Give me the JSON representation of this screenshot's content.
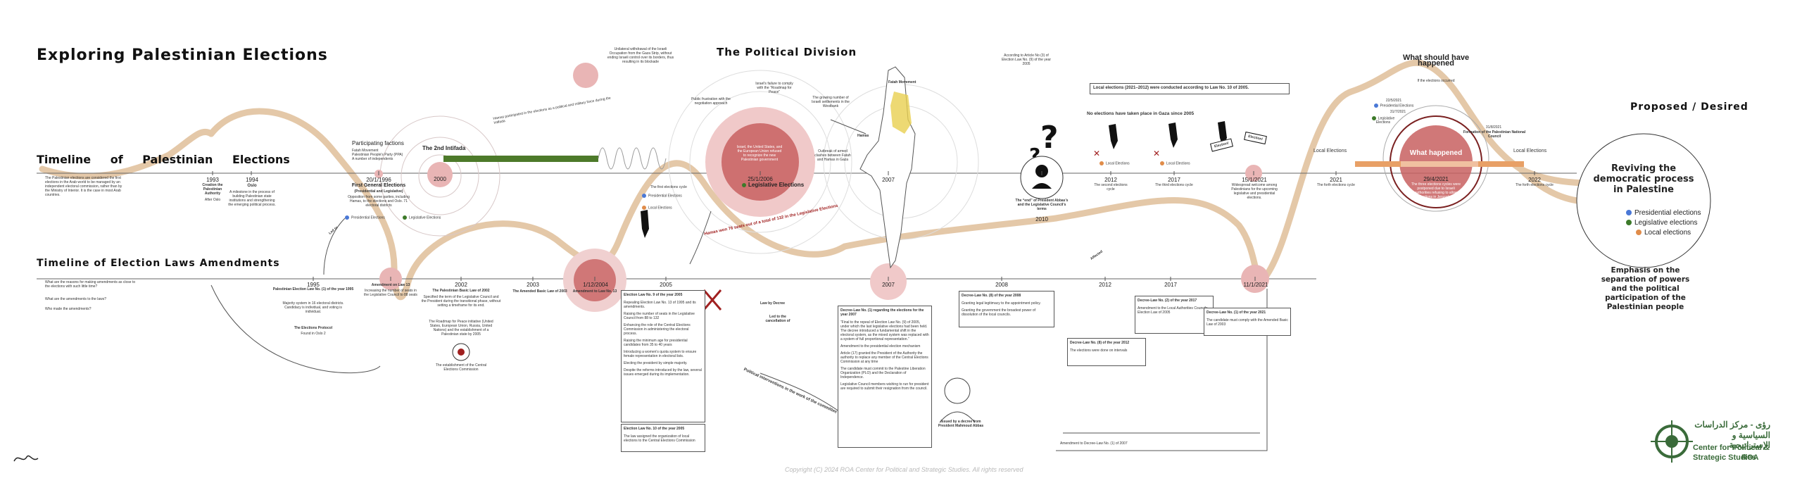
{
  "header": {
    "title": "Exploring Palestinian Elections",
    "political_division": "The Political Division",
    "proposed": "Proposed / Desired"
  },
  "timelines": {
    "elections_words": [
      "Timeline",
      "of",
      "Palestinian",
      "Elections"
    ],
    "laws": "Timeline of Election Laws Amendments",
    "elections_intro": "The Palestinian elections are considered the first elections in the Arab world to be managed by an independent electoral commission, rather than by the Ministry of Interior. It is the case in most Arab countries.",
    "laws_questions": [
      "What are the reasons for making amendments as close to the elections with such little time?",
      "What are the amendments to the laws?",
      "Who made the amendments?"
    ]
  },
  "election_events": [
    {
      "year": "1993",
      "title": "Creation the Palestinian Authority",
      "sub": "After Oslo"
    },
    {
      "year": "1994",
      "title": "Oslo",
      "sub": "A milestone in the process of building Palestinian state institutions and strengthening the emerging political process."
    },
    {
      "year": "20/1/1996",
      "title": "First General Elections",
      "sub": "(Presidential and Legislative)",
      "desc": "Opposition from some parties, including Hamas, to the elections and Oslo. 71 electoral districts"
    },
    {
      "year": "2000",
      "title": "The 2nd Intifada"
    },
    {
      "year": "25/1/2006",
      "title": "Legislative Elections"
    },
    {
      "year": "2007"
    },
    {
      "year": "2010",
      "title": "The “end” of President Abbas’s and the Legislative Council’s terms"
    },
    {
      "year": "2012",
      "title": "The second elections cycle"
    },
    {
      "year": "2017",
      "title": "The third elections cycle"
    },
    {
      "year": "15/1/2021",
      "title": "Widespread welcome among Palestinians for the upcoming legislative and presidential elections."
    },
    {
      "year": "2021",
      "title": "The forth elections cycle"
    },
    {
      "year": "29/4/2021",
      "title": "What happened",
      "desc": "The three elections cycles were postponed due to Israeli authorities refusing to allow elections in Jerusalem"
    },
    {
      "year": "2022",
      "title": "The forth elections cycle"
    }
  ],
  "annotations": {
    "participating_title": "Participating factions",
    "participating_list": [
      "Fatah Movement",
      "Palestinian People's Party (PPA)",
      "A number of independents"
    ],
    "presidential": "Presidential Elections",
    "legislative": "Legislative Elections",
    "local": "Local Elections",
    "hamas_intifada": "Hamas participated in the elections as a political and military force during the Intifada",
    "political_frustration": "Public frustration with the negotiation approach",
    "israel_failure": "Israel's failure to comply with the “Roadmap for Peace”",
    "unilateral": "Unilateral withdrawal of the Israeli Occupation from the Gaza Strip, without ending Israeli control over its borders, thus resulting in its blockade",
    "us_eu": "Israel, the United States, and the European Union refused to recognize the new Palestinian government",
    "settlements": "The growing number of Israeli settlements in the Westbank",
    "outbreak": "Outbreak of armed clashes between Fatah and Hamas in Gaza",
    "fatah_movement": "Fatah Movement",
    "hamas": "Hamas",
    "first_cycle": "The first elections cycle",
    "local_2021_law": "Local elections (2021–2012) were conducted according to Law No. 10 of 2005.",
    "no_gaza": "No elections have taken place in Gaza since 2005",
    "article": "According to Article No (3) of Election Law No. (9) of the year 2005",
    "what_should": "What should have happened",
    "if_elections": "If the elections occurred",
    "formation": "Formation of the Palestinian National Council",
    "d1": "22/5/2021",
    "d2": "31/7/2021",
    "d3": "31/8/2021",
    "local_elections_left": "Local Elections",
    "local_elections_right": "Local Elections",
    "election_badge1": "Election!",
    "election_badge2": "Election!",
    "hamas_won": "Hamas won 76 seats out of a total of 132 in the Legislative Elections",
    "led_to": "Led to the cancellation of",
    "law_by_decree": "Law by Decree",
    "political_interventions": "Political interventions in the work of the committee",
    "affected": "Affected",
    "led_to_short": "Led to",
    "issued_by": "Issued by a decree from President Mahmoud Abbas"
  },
  "law_events": [
    {
      "year": "1995",
      "title": "Palestinian Election Law No. (1) of the year 1995",
      "desc": "Majority system in 16 electoral districts. Candidacy is individual, and voting is individual.",
      "extra": "The Elections Protocol",
      "extra_sub": "Found in Oslo 2"
    },
    {
      "year": "",
      "title": "Amendment on Law 13",
      "desc": "Increasing the number of seats in the Legislative Council to 88 seats"
    },
    {
      "year": "2002",
      "title": "The Palestinian Basic Law of 2002",
      "desc": "Specified the term of the Legislative Council and the President during the transitional phase, without setting a timeframe for its end.",
      "extra": "The Roadmap for Peace initiative (United States, European Union, Russia, United Nations) and the establishment of a Palestinian state by 2005",
      "extra2": "The establishment of the Central Elections Commission"
    },
    {
      "year": "2003",
      "title": "The Amended Basic Law of 2003"
    },
    {
      "year": "1/12/2004",
      "title": "Amendment to Law No. 13"
    },
    {
      "year": "2005"
    },
    {
      "year": "2007"
    },
    {
      "year": "2008"
    },
    {
      "year": "2012"
    },
    {
      "year": "2017"
    },
    {
      "year": "11/1/2021"
    }
  ],
  "law_boxes": {
    "law9_title": "Election Law No. 9 of the year 2005",
    "law9_items": [
      "Repealing Election Law No. 13 of 1995 and its amendments.",
      "Raising the number of seats in the Legislative Council from 88 to 132",
      "Enhancing the role of the Central Elections Commission in administering the electoral process.",
      "Raising the minimum age for presidential candidates from 35 to 40 years",
      "Introducing a women's quota system to ensure female representation in electoral lists.",
      "Electing the president by simple majority.",
      "Despite the reforms introduced by the law, several issues emerged during its implementation."
    ],
    "law10_title": "Election Law No. 10 of the year 2005",
    "law10_desc": "The law assigned the organization of local elections to the Central Elections Commission",
    "decree2007_title": "Decree-Law No. (1) regarding the elections for the year 2007",
    "decree2007_quote": "“Final to the repeal of Election Law No. (9) of 2005, under which the last legislative elections had been held. The decree introduced a fundamental shift in the electoral system, as the mixed system was replaced with a system of full proportional representation.”",
    "decree2007_items": [
      "Amendment to the presidential election mechanism",
      "Article (17) granted the President of the Authority the authority to replace any member of the Central Elections Commission at any time",
      "The candidate must commit to the Palestine Liberation Organization (PLO) and the Declaration of Independence.",
      "Legislative Council members wishing to run for president are required to submit their resignation from the council."
    ],
    "decree2008_title": "Decree-Law No. (8) of the year 2008",
    "decree2008_items": [
      "Granting legal legitimacy to the appointment policy.",
      "Granting the government the broadest power of dissolution of the local councils."
    ],
    "decree2012_title": "Decree-Law No. (8) of the year 2012",
    "decree2012_desc": "The elections were done on intervals",
    "decree2017_title": "Decree-Law No. (2) of the year 2017",
    "decree2017_desc": "Amendment to the Local Authorities Councils Election Law of 2005",
    "decree2021_title": "Decree-Law No. (1) of the year 2021",
    "decree2021_desc": "The candidate must comply with the Amended Basic Law of 2003",
    "amendment_bottom": "Amendment to Decree-Law No. (1) of 2007"
  },
  "right_panel": {
    "circle_title": "Reviving the democratic process in Palestine",
    "legend": [
      {
        "label": "Presidential elections",
        "color": "#4a78d6"
      },
      {
        "label": "Legislative elections",
        "color": "#3d7a2a"
      },
      {
        "label": "Local elections",
        "color": "#e08c4a"
      }
    ],
    "emphasis": "Emphasis on the separation of powers and the political participation of the Palestinian people"
  },
  "footer": {
    "copyright": "Copyright (C) 2024 ROA Center for Political and Strategic Studies. All rights reserved",
    "logo_ar1": "رؤى - مركز الدراسات",
    "logo_ar2": "السياسية و الإستراتيجية",
    "logo_en1": "Center for Political &",
    "logo_en2": "Strategic Studies",
    "logo_en3": "ROA",
    "signature": "signature"
  },
  "colors": {
    "tan": "#e4c8a8",
    "red": "#b83232",
    "pink": "#e9b5b5",
    "green": "#3d7a2a",
    "blue": "#4a78d6",
    "orange": "#e08c4a",
    "logo_green": "#3a6b3a"
  }
}
